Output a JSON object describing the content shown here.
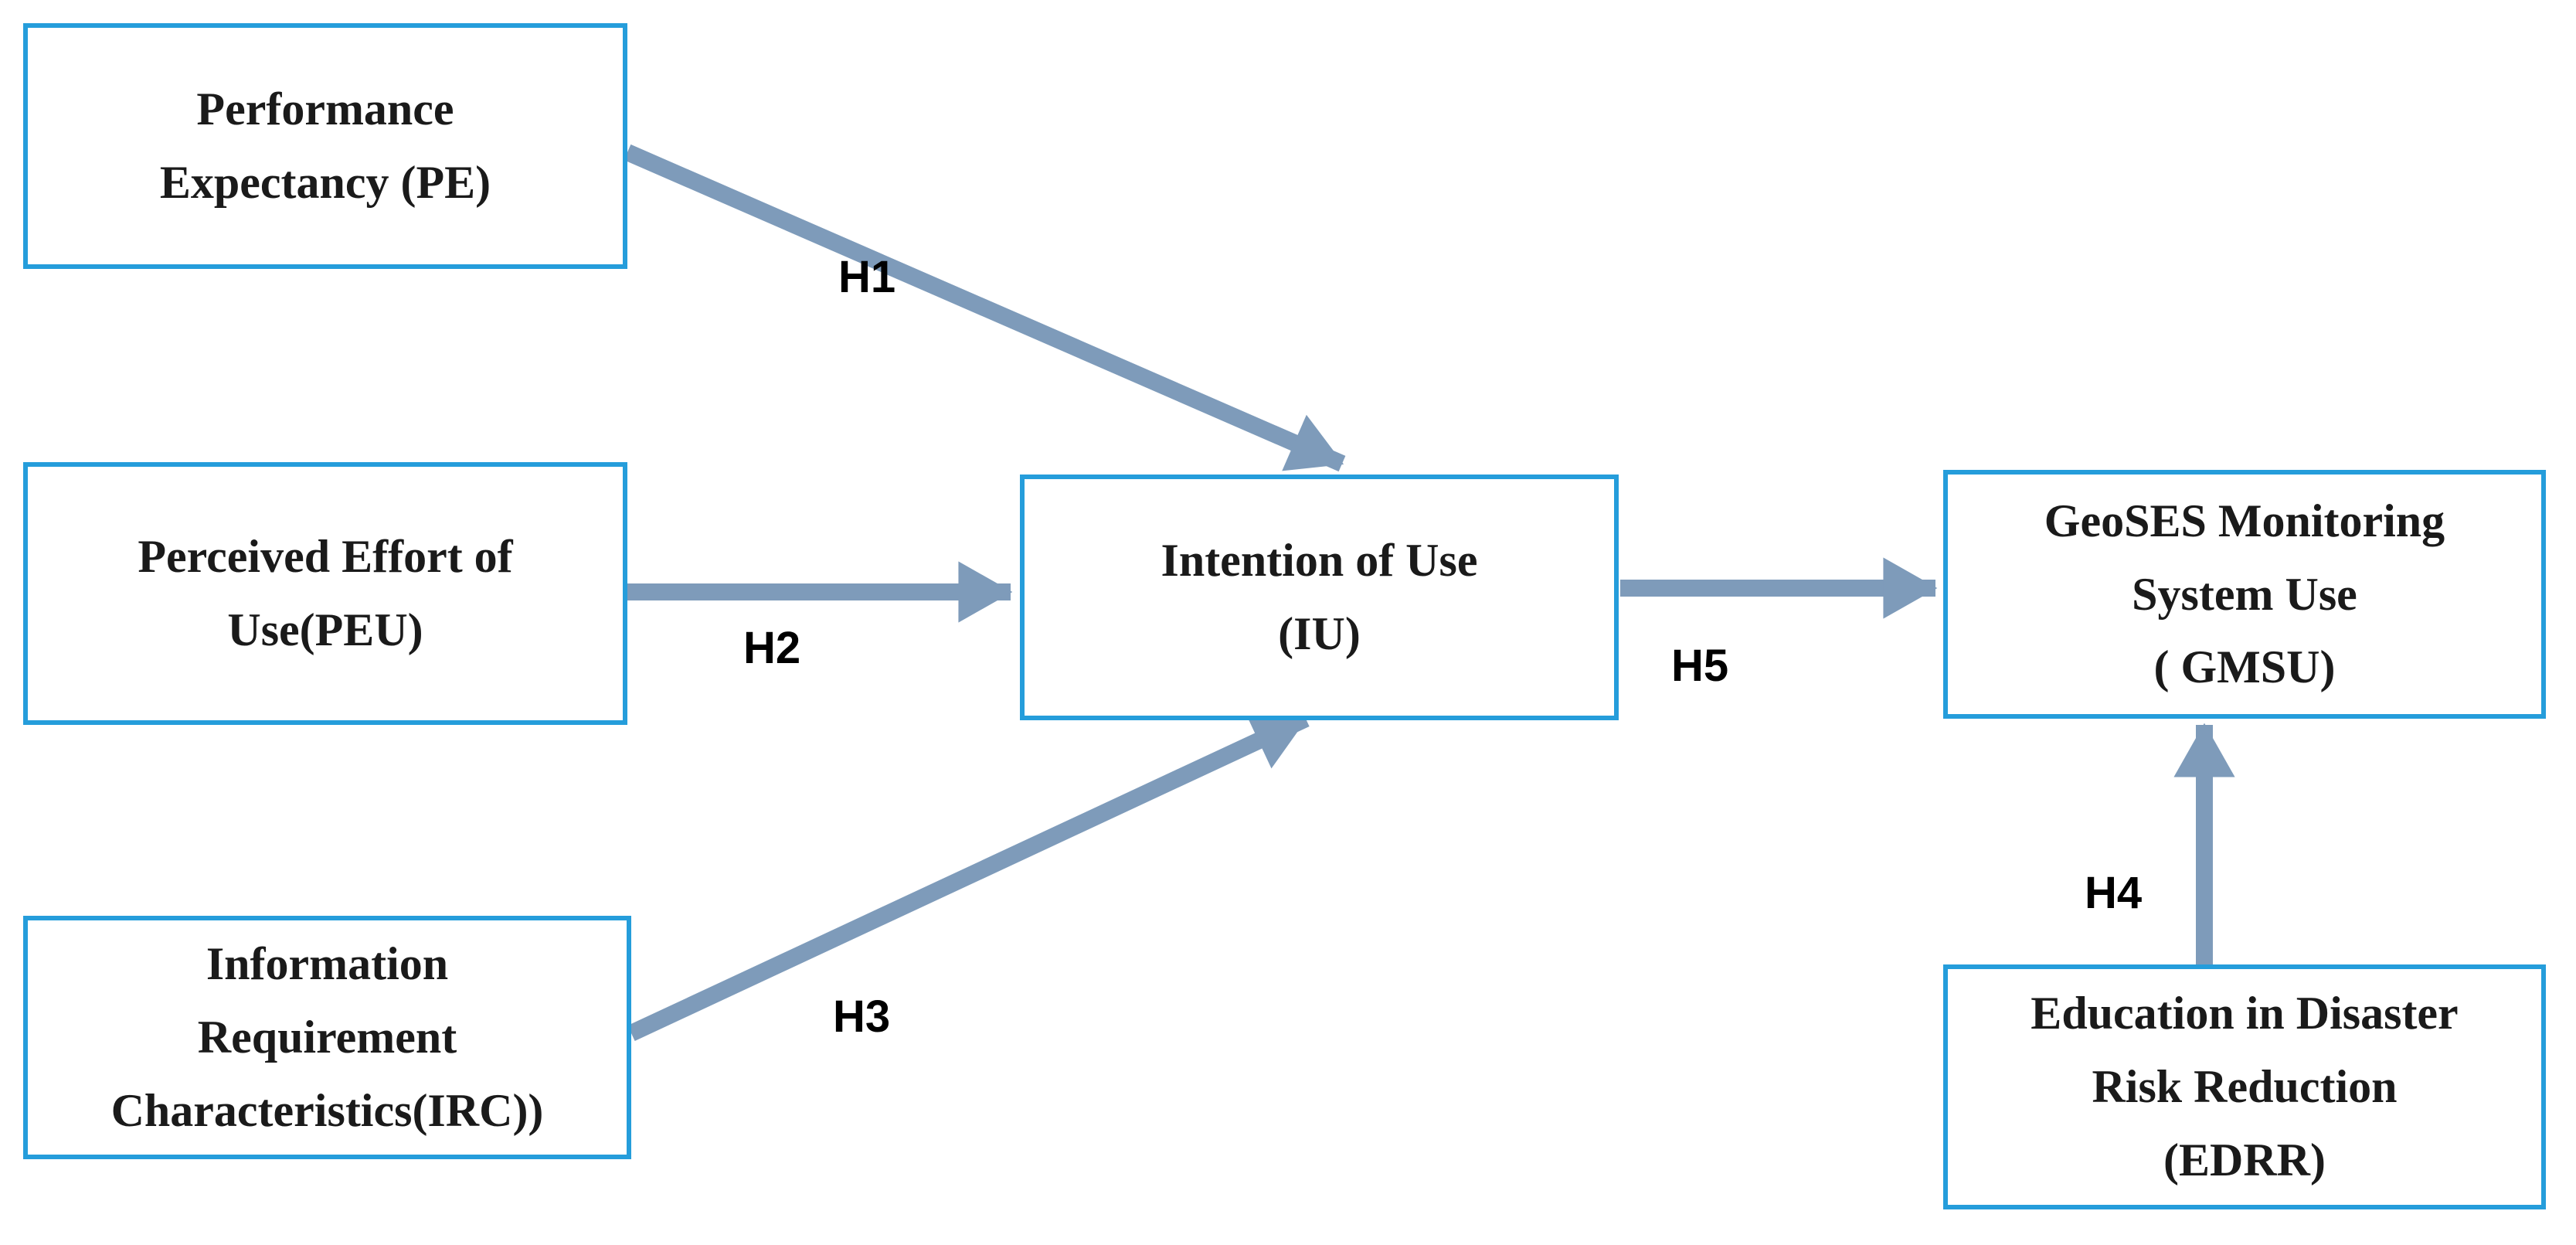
{
  "figure": {
    "title": "GeoSES monitoring system acceptance research model",
    "type": "path-diagram"
  },
  "colors": {
    "box_border": "#259DDB",
    "arrow": "#7E9BBA",
    "box_text": "#1A1A1A",
    "label_text": "#000000",
    "background": "#FFFFFF"
  },
  "nodes": {
    "pe": {
      "id": "PE",
      "label": "Performance Expectancy (PE)",
      "lines": [
        "Performance",
        "Expectancy (PE)"
      ]
    },
    "peu": {
      "id": "PEU",
      "label": "Perceived Effort of Use(PEU)",
      "lines": [
        "Perceived Effort of",
        "Use(PEU)"
      ]
    },
    "irc": {
      "id": "IRC",
      "label": "Information Requirement Characteristics(IRC))",
      "lines": [
        "Information",
        "Requirement",
        "Characteristics(IRC))"
      ]
    },
    "iu": {
      "id": "IU",
      "label": "Intention of Use (IU)",
      "lines": [
        "Intention of Use",
        "(IU)"
      ]
    },
    "gmsu": {
      "id": "GMSU",
      "label": "GeoSES Monitoring System Use ( GMSU)",
      "lines": [
        "GeoSES Monitoring",
        "System Use",
        "( GMSU)"
      ]
    },
    "edrr": {
      "id": "EDRR",
      "label": "Education in Disaster Risk Reduction (EDRR)",
      "lines": [
        "Education in Disaster",
        "Risk Reduction",
        "(EDRR)"
      ]
    }
  },
  "arrows": [
    {
      "label": "H1",
      "from": "PE",
      "to": "IU"
    },
    {
      "label": "H2",
      "from": "PEU",
      "to": "IU"
    },
    {
      "label": "H3",
      "from": "IRC",
      "to": "IU"
    },
    {
      "label": "H4",
      "from": "EDRR",
      "to": "GMSU"
    },
    {
      "label": "H5",
      "from": "IU",
      "to": "GMSU"
    }
  ]
}
